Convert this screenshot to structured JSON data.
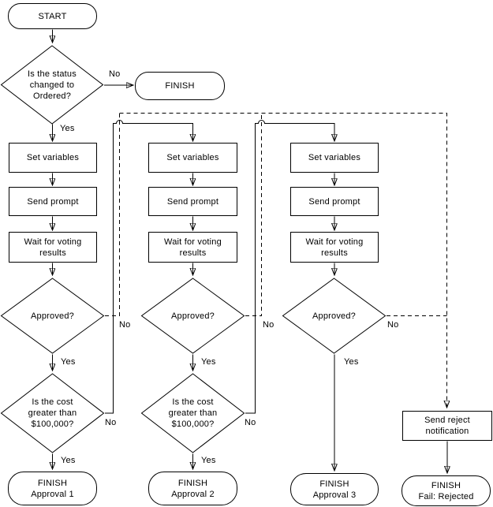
{
  "diagram": {
    "start_label": "START",
    "finish_top_label": "FINISH",
    "status_decision": {
      "line1": "Is the status",
      "line2": "changed to",
      "line3": "Ordered?"
    },
    "yes": "Yes",
    "no": "No"
  },
  "columns": [
    {
      "set_variables": "Set variables",
      "send_prompt": "Send prompt",
      "wait_line1": "Wait for voting",
      "wait_line2": "results",
      "approved": "Approved?",
      "cost_line1": "Is the cost",
      "cost_line2": "greater than",
      "cost_line3": "$100,000?",
      "finish_line1": "FINISH",
      "finish_line2": "Approval 1"
    },
    {
      "set_variables": "Set variables",
      "send_prompt": "Send prompt",
      "wait_line1": "Wait for voting",
      "wait_line2": "results",
      "approved": "Approved?",
      "cost_line1": "Is the cost",
      "cost_line2": "greater than",
      "cost_line3": "$100,000?",
      "finish_line1": "FINISH",
      "finish_line2": "Approval 2"
    },
    {
      "set_variables": "Set variables",
      "send_prompt": "Send prompt",
      "wait_line1": "Wait for voting",
      "wait_line2": "results",
      "approved": "Approved?",
      "finish_line1": "FINISH",
      "finish_line2": "Approval 3"
    }
  ],
  "reject_path": {
    "box_line1": "Send reject",
    "box_line2": "notification",
    "finish_line1": "FINISH",
    "finish_line2": "Fail: Rejected"
  }
}
